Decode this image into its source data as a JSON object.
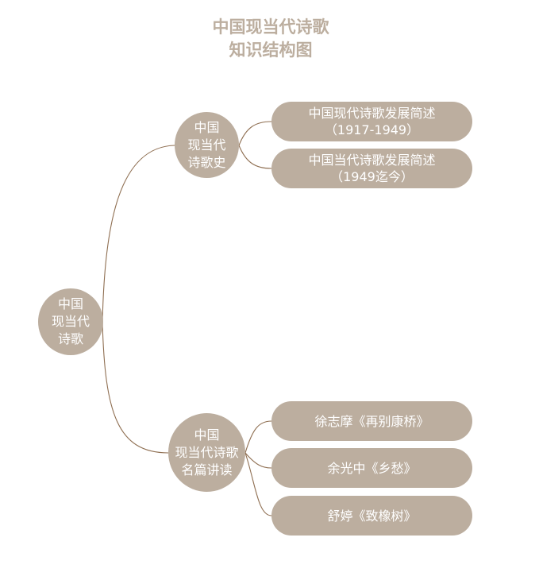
{
  "title": {
    "line1": "中国现当代诗歌",
    "line2": "知识结构图"
  },
  "root": {
    "lines": [
      "中国",
      "现当代",
      "诗歌"
    ]
  },
  "branches": [
    {
      "lines": [
        "中国",
        "现当代",
        "诗歌史"
      ],
      "children": [
        {
          "lines": [
            "中国现代诗歌发展简述",
            "（1917-1949）"
          ]
        },
        {
          "lines": [
            "中国当代诗歌发展简述",
            "（1949迄今）"
          ]
        }
      ]
    },
    {
      "lines": [
        "中国",
        "现当代诗歌",
        "名篇讲读"
      ],
      "children": [
        {
          "lines": [
            "徐志摩《再别康桥》"
          ]
        },
        {
          "lines": [
            "余光中《乡愁》"
          ]
        },
        {
          "lines": [
            "舒婷《致橡树》"
          ]
        }
      ]
    }
  ],
  "colors": {
    "node_fill": "#bcae9f",
    "connector": "#8f6f52",
    "title": "#bcae9f",
    "node_text": "#ffffff"
  }
}
